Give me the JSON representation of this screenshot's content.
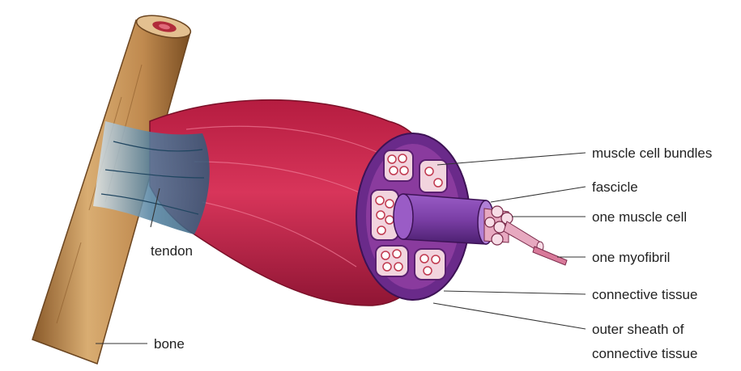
{
  "labels": {
    "muscle_cell_bundles": "muscle cell bundles",
    "fascicle": "fascicle",
    "one_muscle_cell": "one muscle cell",
    "one_myofibril": "one myofibril",
    "connective_tissue": "connective tissue",
    "outer_sheath_line1": "outer sheath of",
    "outer_sheath_line2": "connective tissue",
    "tendon": "tendon",
    "bone": "bone"
  },
  "colors": {
    "bone": "#c99a5e",
    "bone_dark": "#8a5a2a",
    "tendon": "#4f7f9e",
    "muscle": "#c8264b",
    "muscle_dark": "#8f1534",
    "sheath": "#6a2a8a",
    "fascicle": "#7b3fa6",
    "cell_pink": "#e7a9c0"
  }
}
